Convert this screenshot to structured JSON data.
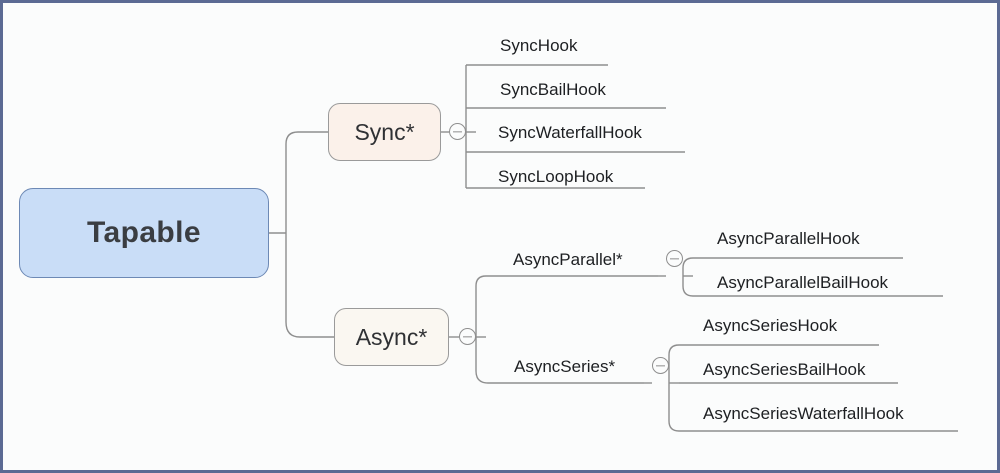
{
  "diagram": {
    "title_node": "Tapable",
    "theme": {
      "frame_border": "#5b6a93",
      "canvas": "#fbfcfc",
      "root_fill": "#c9ddf7",
      "root_border": "#6d89b5",
      "sync_fill": "#fbf1ea",
      "async_fill": "#faf7f1",
      "branch_border": "#9a9a9a",
      "edge_color": "#8e8e8e",
      "text_color": "#1d1f22"
    },
    "root": {
      "label": "Tapable"
    },
    "branches": [
      {
        "label": "Sync*",
        "toggle": "collapse-minus-icon",
        "children": [
          {
            "label": "SyncHook"
          },
          {
            "label": "SyncBailHook"
          },
          {
            "label": "SyncWaterfallHook"
          },
          {
            "label": "SyncLoopHook"
          }
        ]
      },
      {
        "label": "Async*",
        "toggle": "collapse-minus-icon",
        "children": [
          {
            "label": "AsyncParallel*",
            "toggle": "collapse-minus-icon",
            "children": [
              {
                "label": "AsyncParallelHook"
              },
              {
                "label": "AsyncParallelBailHook"
              }
            ]
          },
          {
            "label": "AsyncSeries*",
            "toggle": "collapse-minus-icon",
            "children": [
              {
                "label": "AsyncSeriesHook"
              },
              {
                "label": "AsyncSeriesBailHook"
              },
              {
                "label": "AsyncSeriesWaterfallHook"
              }
            ]
          }
        ]
      }
    ]
  }
}
